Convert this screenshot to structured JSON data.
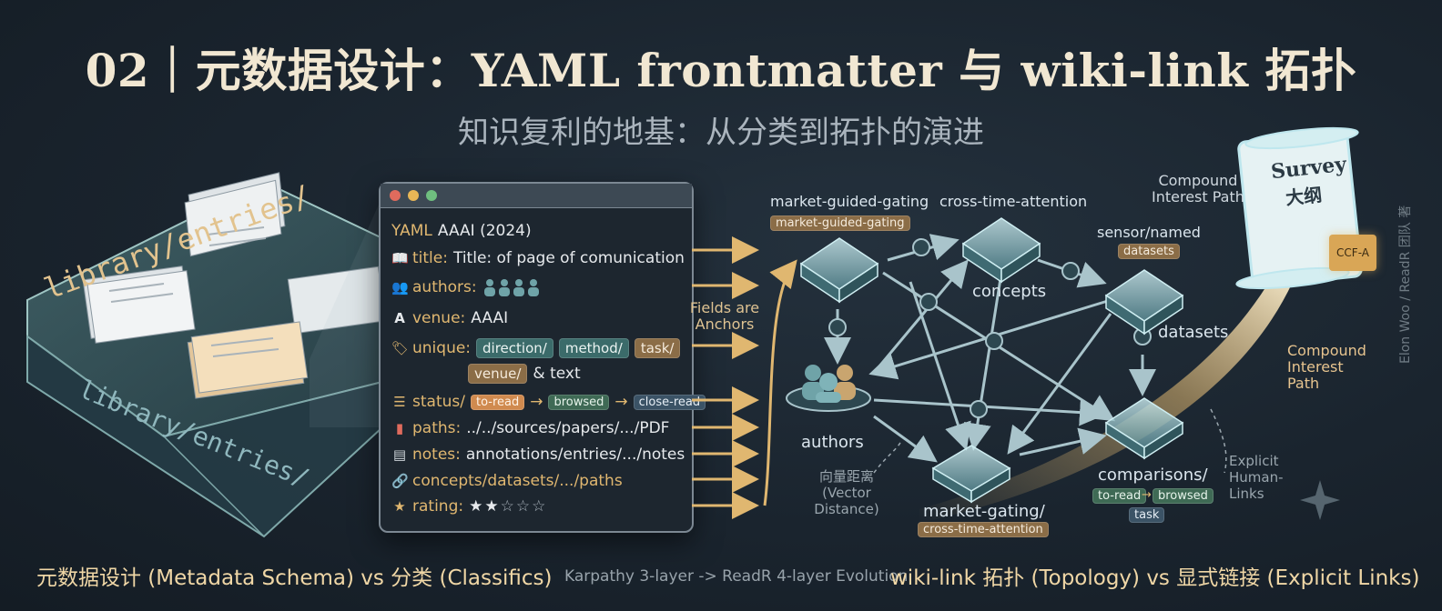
{
  "header": {
    "title": "02｜元数据设计：YAML frontmatter 与 wiki-link 拓扑",
    "subtitle": "知识复利的地基：从分类到拓扑的演进"
  },
  "library": {
    "top_label": "library/entries/",
    "side_label": "library/entries/"
  },
  "editor": {
    "header_key": "YAML",
    "header_value": "AAAI (2024)",
    "title_key": "title:",
    "title_value": "Title: of page of comunication",
    "authors_key": "authors:",
    "venue_key": "venue:",
    "venue_value": "AAAI",
    "unique_key": "unique:",
    "unique_tags": [
      "direction/",
      "method/",
      "task/"
    ],
    "unique_tag2": "venue/",
    "unique_suffix": "& text",
    "status_key": "status/",
    "status_tags": [
      "to-read",
      "browsed",
      "close-read"
    ],
    "paths_key": "paths:",
    "paths_value": "../../sources/papers/.../PDF",
    "notes_key": "notes:",
    "notes_value": "annotations/entries/.../notes",
    "concepts_key": "concepts/datasets/.../paths",
    "rating_key": "rating:",
    "rating_value": 2,
    "rating_max": 5
  },
  "anchors_label": "Fields are Anchors",
  "graph": {
    "mgg_label": "market-guided-gating",
    "mgg_tag": "market-guided-gating",
    "cta_label": "cross-time-attention",
    "concepts_label": "concepts",
    "sensor_label": "sensor/named",
    "sensor_tag": "datasets",
    "datasets_label": "datasets",
    "authors_label": "authors",
    "vector_cn": "向量距离",
    "vector_en1": "(Vector",
    "vector_en2": "Distance)",
    "mg_label": "market-gating/",
    "mg_tag": "cross-time-attention",
    "comparisons_label": "comparisons/",
    "comparisons_tags": [
      "to-read",
      "browsed"
    ],
    "comparisons_task": "task",
    "explicit1": "Explicit",
    "explicit2": "Human-",
    "explicit3": "Links"
  },
  "survey": {
    "line1": "Survey",
    "line2": "大纲",
    "badge": "CCF-A",
    "compound_top1": "Compound",
    "compound_top2": "Interest Path",
    "compound_right1": "Compound",
    "compound_right2": "Interest",
    "compound_right3": "Path"
  },
  "footer": {
    "left": "元数据设计 (Metadata Schema) vs 分类 (Classifics)",
    "middle": "Karpathy 3-layer -> ReadR 4-layer Evolution",
    "right": "wiki-link 拓扑 (Topology) vs 显式链接 (Explicit Links)"
  },
  "credit": "Elon Woo / ReadR 团队 著",
  "colors": {
    "accent_gold": "#e0b770",
    "teal": "#3b6b6a",
    "background": "#1a242e"
  }
}
